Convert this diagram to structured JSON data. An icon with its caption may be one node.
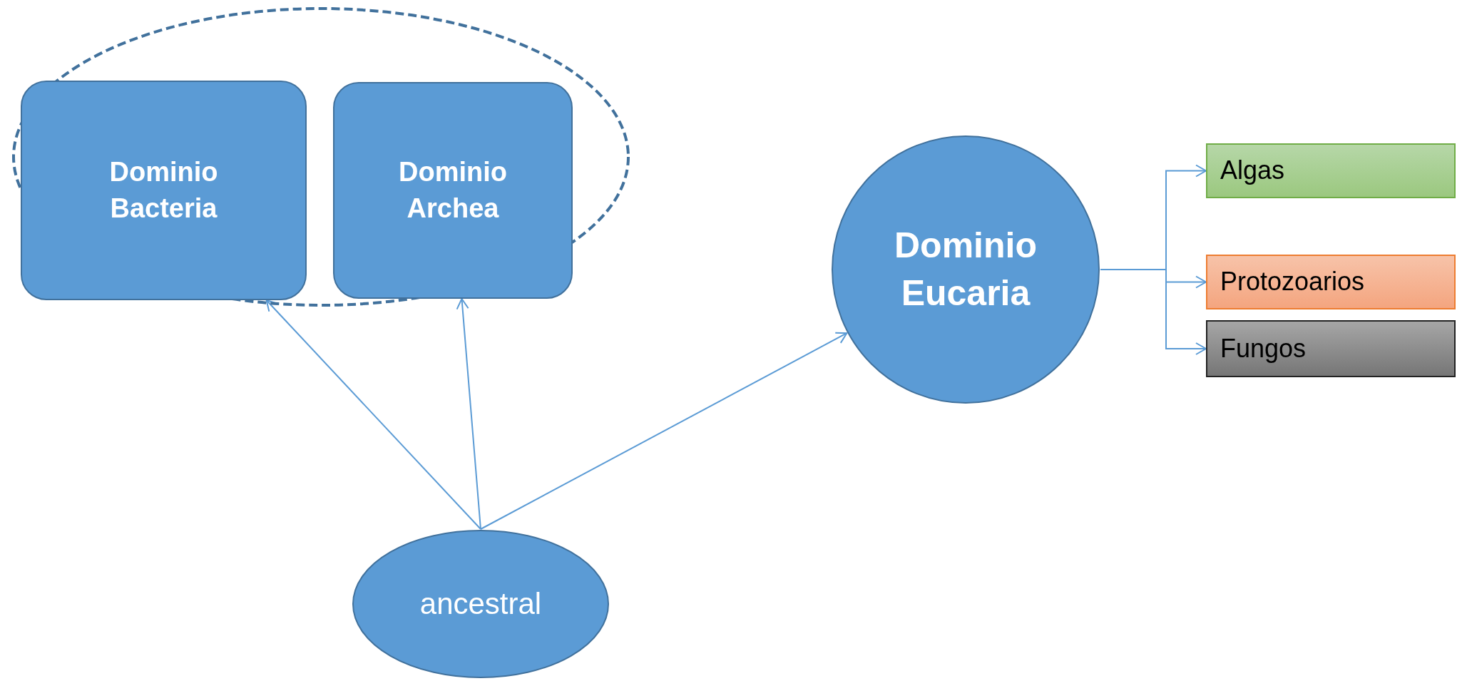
{
  "diagram": {
    "nodes": [
      {
        "text": [],
        "shape": "ellipse"
      },
      {
        "text": [
          "Dominio Bacteria"
        ],
        "in": 0
      },
      {
        "text": [
          "Dominio Archea"
        ],
        "in": 0
      },
      {
        "text": [
          "Dominio Eucaria"
        ]
      },
      {
        "text": [
          "Algas"
        ]
      },
      {
        "text": [
          "Protozoarios"
        ]
      },
      {
        "text": [
          "Fungos"
        ]
      },
      {
        "text": [
          "ancestral"
        ]
      }
    ],
    "edges": [
      {
        "from": 7,
        "to": 1,
        "arrow": "to"
      },
      {
        "from": 7,
        "to": 2,
        "arrow": "to"
      },
      {
        "from": 7,
        "to": 3,
        "arrow": "to"
      },
      {
        "from": 3,
        "to": 4,
        "arrow": "to"
      },
      {
        "from": 3,
        "to": 5,
        "arrow": "to"
      },
      {
        "from": 3,
        "to": 6,
        "arrow": "to"
      }
    ]
  }
}
